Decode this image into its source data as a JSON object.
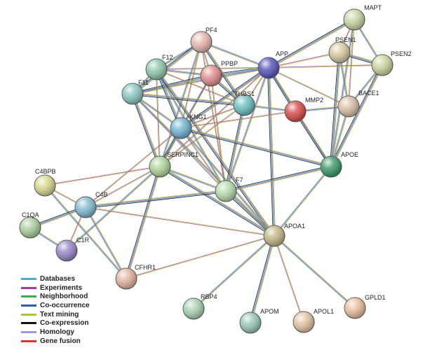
{
  "nodes": [
    {
      "id": "MAPT",
      "label": "MAPT",
      "color": "#c5d6a3"
    },
    {
      "id": "PSEN1",
      "label": "PSEN1",
      "color": "#d6c9a2"
    },
    {
      "id": "PSEN2",
      "label": "PSEN2",
      "color": "#c9d69e"
    },
    {
      "id": "APP",
      "label": "APP",
      "color": "#5b58bd"
    },
    {
      "id": "PF4",
      "label": "PF4",
      "color": "#e8b6b0"
    },
    {
      "id": "PPBP",
      "label": "PPBP",
      "color": "#e08f8f"
    },
    {
      "id": "F12",
      "label": "F12",
      "color": "#8fc7a7"
    },
    {
      "id": "F11",
      "label": "F11",
      "color": "#8cc6c0"
    },
    {
      "id": "THBS1",
      "label": "THBS1",
      "color": "#6fc1c1"
    },
    {
      "id": "MMP2",
      "label": "MMP2",
      "color": "#d8504e"
    },
    {
      "id": "BACE1",
      "label": "BACE1",
      "color": "#d9c0a8"
    },
    {
      "id": "KNG1",
      "label": "KNG1",
      "color": "#73b6d4"
    },
    {
      "id": "SERPINC1",
      "label": "SERPINC1",
      "color": "#b2d59b"
    },
    {
      "id": "APOE",
      "label": "APOE",
      "color": "#3e9b6e"
    },
    {
      "id": "C4BPB",
      "label": "C4BPB",
      "color": "#d7d88f"
    },
    {
      "id": "C4B",
      "label": "C4B",
      "color": "#84bcd2"
    },
    {
      "id": "F7",
      "label": "F7",
      "color": "#b5dcae"
    },
    {
      "id": "C1QA",
      "label": "C1QA",
      "color": "#a8cf9e"
    },
    {
      "id": "C1R",
      "label": "C1R",
      "color": "#9a89c9"
    },
    {
      "id": "APOA1",
      "label": "APOA1",
      "color": "#c3b887"
    },
    {
      "id": "CFHR1",
      "label": "CFHR1",
      "color": "#e3b5a0"
    },
    {
      "id": "RBP4",
      "label": "RBP4",
      "color": "#a9d2b2"
    },
    {
      "id": "APOM",
      "label": "APOM",
      "color": "#99c8b5"
    },
    {
      "id": "APOL1",
      "label": "APOL1",
      "color": "#e4c3a4"
    },
    {
      "id": "GPLD1",
      "label": "GPLD1",
      "color": "#ebbea0"
    }
  ],
  "edges": [
    [
      "MAPT",
      "PSEN1"
    ],
    [
      "MAPT",
      "PSEN2"
    ],
    [
      "MAPT",
      "APP"
    ],
    [
      "MAPT",
      "BACE1"
    ],
    [
      "MAPT",
      "APOE"
    ],
    [
      "PSEN1",
      "PSEN2"
    ],
    [
      "PSEN1",
      "APP"
    ],
    [
      "PSEN1",
      "BACE1"
    ],
    [
      "PSEN1",
      "APOE"
    ],
    [
      "PSEN2",
      "APP"
    ],
    [
      "PSEN2",
      "BACE1"
    ],
    [
      "PSEN2",
      "APOE"
    ],
    [
      "APP",
      "BACE1"
    ],
    [
      "APP",
      "APOE"
    ],
    [
      "APP",
      "MMP2"
    ],
    [
      "APP",
      "THBS1"
    ],
    [
      "APP",
      "PF4"
    ],
    [
      "APP",
      "PPBP"
    ],
    [
      "APP",
      "F12"
    ],
    [
      "APP",
      "F11"
    ],
    [
      "APP",
      "KNG1"
    ],
    [
      "APP",
      "SERPINC1"
    ],
    [
      "APP",
      "F7"
    ],
    [
      "APP",
      "APOA1"
    ],
    [
      "PF4",
      "PPBP"
    ],
    [
      "PF4",
      "F12"
    ],
    [
      "PF4",
      "F11"
    ],
    [
      "PF4",
      "KNG1"
    ],
    [
      "PF4",
      "SERPINC1"
    ],
    [
      "PF4",
      "THBS1"
    ],
    [
      "PF4",
      "F7"
    ],
    [
      "PPBP",
      "F12"
    ],
    [
      "PPBP",
      "F11"
    ],
    [
      "PPBP",
      "KNG1"
    ],
    [
      "PPBP",
      "SERPINC1"
    ],
    [
      "PPBP",
      "THBS1"
    ],
    [
      "PPBP",
      "F7"
    ],
    [
      "F12",
      "F11"
    ],
    [
      "F12",
      "KNG1"
    ],
    [
      "F12",
      "SERPINC1"
    ],
    [
      "F12",
      "F7"
    ],
    [
      "F12",
      "APOA1"
    ],
    [
      "F12",
      "THBS1"
    ],
    [
      "F11",
      "KNG1"
    ],
    [
      "F11",
      "SERPINC1"
    ],
    [
      "F11",
      "F7"
    ],
    [
      "F11",
      "APOA1"
    ],
    [
      "F11",
      "THBS1"
    ],
    [
      "THBS1",
      "KNG1"
    ],
    [
      "THBS1",
      "MMP2"
    ],
    [
      "THBS1",
      "F7"
    ],
    [
      "THBS1",
      "SERPINC1"
    ],
    [
      "MMP2",
      "BACE1"
    ],
    [
      "MMP2",
      "APOE"
    ],
    [
      "MMP2",
      "KNG1"
    ],
    [
      "BACE1",
      "APOE"
    ],
    [
      "KNG1",
      "SERPINC1"
    ],
    [
      "KNG1",
      "F7"
    ],
    [
      "KNG1",
      "APOA1"
    ],
    [
      "KNG1",
      "APOE"
    ],
    [
      "KNG1",
      "C4B"
    ],
    [
      "SERPINC1",
      "F7"
    ],
    [
      "SERPINC1",
      "APOA1"
    ],
    [
      "SERPINC1",
      "C4B"
    ],
    [
      "SERPINC1",
      "C1R"
    ],
    [
      "SERPINC1",
      "CFHR1"
    ],
    [
      "SERPINC1",
      "C4BPB"
    ],
    [
      "APOE",
      "APOA1"
    ],
    [
      "APOE",
      "F7"
    ],
    [
      "C4BPB",
      "C4B"
    ],
    [
      "C4BPB",
      "CFHR1"
    ],
    [
      "C4B",
      "C1QA"
    ],
    [
      "C4B",
      "C1R"
    ],
    [
      "C4B",
      "CFHR1"
    ],
    [
      "C4B",
      "F7"
    ],
    [
      "C4B",
      "APOA1"
    ],
    [
      "C1QA",
      "C1R"
    ],
    [
      "F7",
      "APOA1"
    ],
    [
      "APOA1",
      "CFHR1"
    ],
    [
      "APOA1",
      "RBP4"
    ],
    [
      "APOA1",
      "APOM"
    ],
    [
      "APOA1",
      "APOL1"
    ],
    [
      "APOA1",
      "GPLD1"
    ]
  ],
  "legend": [
    {
      "label": "Databases",
      "color": "#3fb3d6"
    },
    {
      "label": "Experiments",
      "color": "#a23e9a"
    },
    {
      "label": "Neighborhood",
      "color": "#3fad4a"
    },
    {
      "label": "Co-occurrence",
      "color": "#2f5db0"
    },
    {
      "label": "Text mining",
      "color": "#a8c83a"
    },
    {
      "label": "Co-expression",
      "color": "#111111"
    },
    {
      "label": "Homology",
      "color": "#9a9adc"
    },
    {
      "label": "Gene fusion",
      "color": "#e0322b"
    }
  ]
}
